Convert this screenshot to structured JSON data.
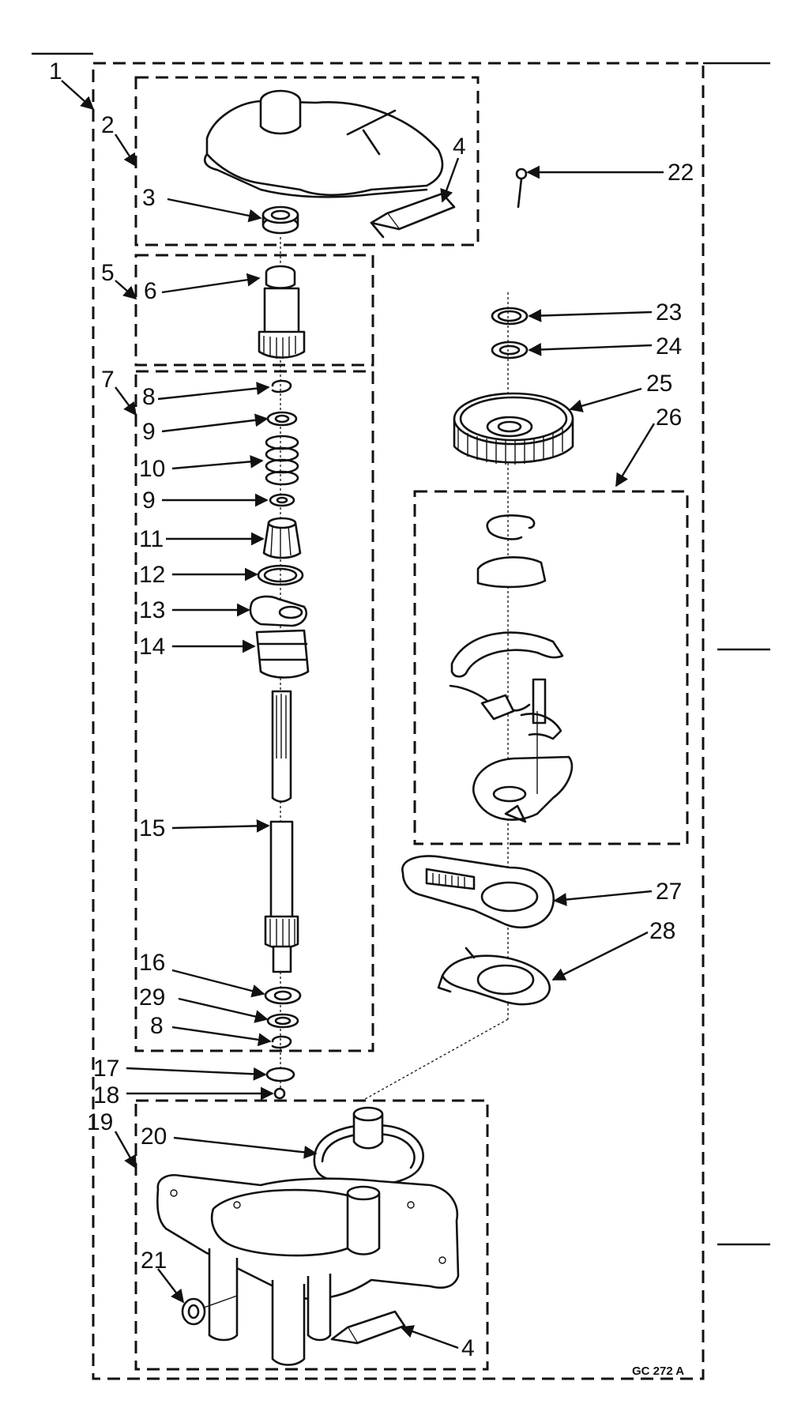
{
  "diagram": {
    "drawing_code": "GC 272 A",
    "callouts": {
      "c1": "1",
      "c2": "2",
      "c3": "3",
      "c4a": "4",
      "c4b": "4",
      "c5": "5",
      "c6": "6",
      "c7": "7",
      "c8a": "8",
      "c8b": "8",
      "c9a": "9",
      "c9b": "9",
      "c10": "10",
      "c11": "11",
      "c12": "12",
      "c13": "13",
      "c14": "14",
      "c15": "15",
      "c16": "16",
      "c17": "17",
      "c18": "18",
      "c19": "19",
      "c20": "20",
      "c21": "21",
      "c22": "22",
      "c23": "23",
      "c24": "24",
      "c25": "25",
      "c26": "26",
      "c27": "27",
      "c28": "28",
      "c29": "29"
    }
  }
}
